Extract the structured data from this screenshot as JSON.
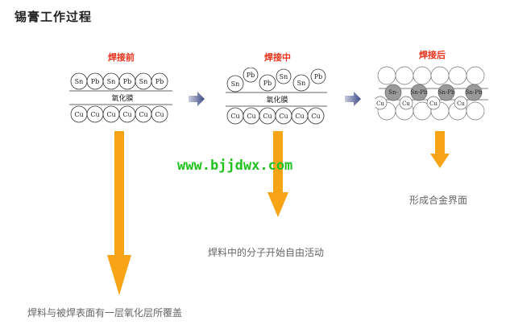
{
  "title": "锡膏工作过程",
  "stages": [
    {
      "label": "焊接前",
      "solder_atoms": [
        "Sn",
        "Pb",
        "Sn",
        "Pb",
        "Sn",
        "Pb"
      ],
      "oxide_label": "氧化膜",
      "cu_atoms": [
        "Cu",
        "Cu",
        "Cu",
        "Cu",
        "Cu",
        "Cu"
      ],
      "caption": "焊料与被焊表面有一层氧化层所覆盖"
    },
    {
      "label": "焊接中",
      "solder_atoms": [
        "Sn",
        "Pb",
        "Pb",
        "Sn",
        "Sn",
        "Pb"
      ],
      "oxide_label": "氧化膜",
      "cu_atoms": [
        "Cu",
        "Cu",
        "Cu",
        "Cu",
        "Cu",
        "Cu"
      ],
      "caption": "焊料中的分子开始自由活动"
    },
    {
      "label": "焊接后",
      "alloy_atoms": [
        "Sn-",
        "Sn-Pb",
        "Sn-Pb",
        "Sn-Pb"
      ],
      "cu_atoms": [
        "Cu",
        "Cu",
        "Cu",
        "Cu"
      ],
      "caption": "形成合金界面"
    }
  ],
  "watermark": "www.bjjdwx.com",
  "colors": {
    "arrow": "#f7a416",
    "stage_title": "#e8321b",
    "watermark": "#22c21e",
    "process_arrow": "#3d4a86"
  }
}
